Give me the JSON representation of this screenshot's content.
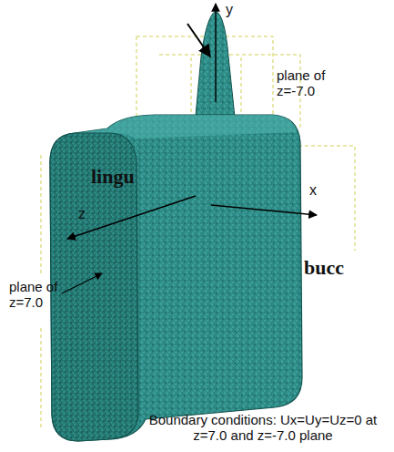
{
  "diagram": {
    "caption": "Boundary conditions: Ux=Uy=Uz=0 at z=7.0 and z=-7.0 plane",
    "labels": [
      "y",
      "plane of z=-7.0",
      "lingu",
      "z",
      "x",
      "bucc",
      "plane of z=7.0"
    ]
  }
}
